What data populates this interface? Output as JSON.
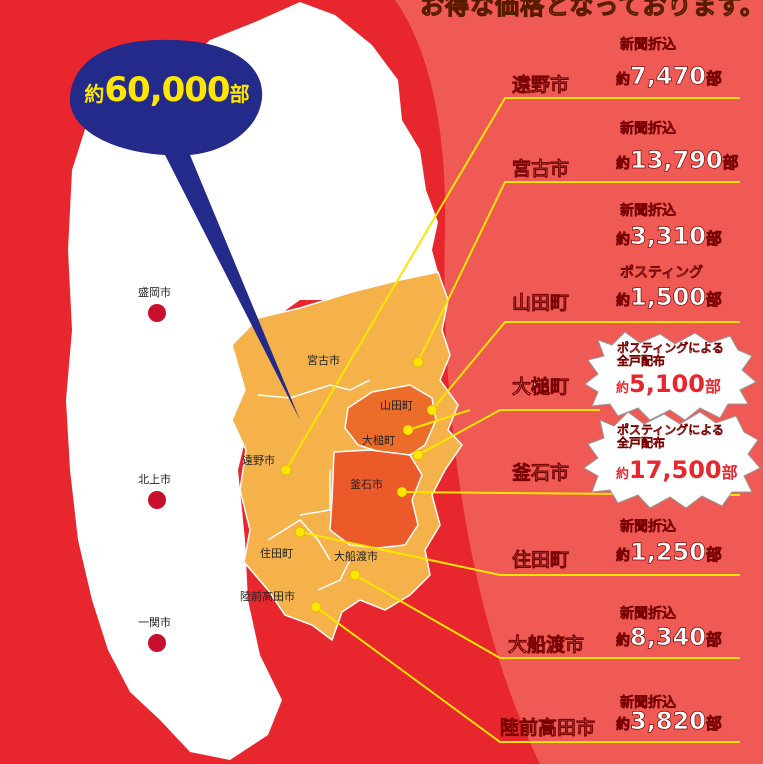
{
  "header": {
    "text": "お得な価格となっております。"
  },
  "total": {
    "prefix": "約",
    "number": "60,000",
    "suffix": "部"
  },
  "cities": {
    "morioka": "盛岡市",
    "kitakami": "北上市",
    "ichinoseki": "一関市"
  },
  "area_labels": {
    "miyako": "宮古市",
    "yamada": "山田町",
    "otsuchi": "大槌町",
    "tono": "遠野市",
    "kamaishi": "釜石市",
    "sumita": "住田町",
    "ofunato": "大船渡市",
    "rikuzen": "陸前高田市"
  },
  "entries": [
    {
      "name": "遠野市",
      "method": "新聞折込",
      "prefix": "約",
      "number": "7,470",
      "suffix": "部"
    },
    {
      "name": "宮古市",
      "method": "新聞折込",
      "prefix": "約",
      "number": "13,790",
      "suffix": "部"
    },
    {
      "name": "",
      "method": "新聞折込",
      "prefix": "約",
      "number": "3,310",
      "suffix": "部"
    },
    {
      "name": "山田町",
      "method": "ポスティング",
      "prefix": "約",
      "number": "1,500",
      "suffix": "部"
    },
    {
      "name": "大槌町",
      "method_line1": "ポスティングによる",
      "method_line2": "全戸配布",
      "prefix": "約",
      "number": "5,100",
      "suffix": "部"
    },
    {
      "name": "釜石市",
      "method_line1": "ポスティングによる",
      "method_line2": "全戸配布",
      "prefix": "約",
      "number": "17,500",
      "suffix": "部"
    },
    {
      "name": "住田町",
      "method": "新聞折込",
      "prefix": "約",
      "number": "1,250",
      "suffix": "部"
    },
    {
      "name": "大船渡市",
      "method": "新聞折込",
      "prefix": "約",
      "number": "8,340",
      "suffix": "部"
    },
    {
      "name": "陸前高田市",
      "method": "新聞折込",
      "prefix": "約",
      "number": "3,820",
      "suffix": "部"
    }
  ],
  "colors": {
    "background": "#e8262e",
    "panel": "#ef5a55",
    "map": "#ffffff",
    "area": "#f6b24a",
    "highlight": "#ec6c2a",
    "accent": "#ffe600",
    "bubble": "#232a8a"
  }
}
